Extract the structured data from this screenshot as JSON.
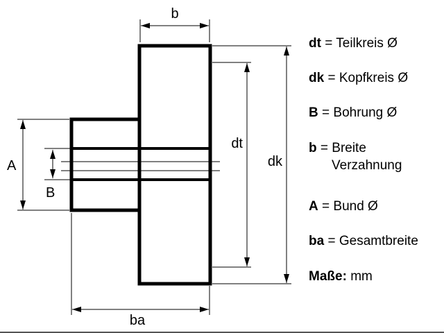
{
  "diagram": {
    "labels": {
      "b": "b",
      "dt": "dt",
      "dk": "dk",
      "A": "A",
      "B": "B",
      "ba": "ba"
    },
    "colors": {
      "line": "#000000",
      "background": "#ffffff"
    }
  },
  "legend": {
    "items": [
      {
        "symbol": "dt",
        "sep": " = ",
        "desc": "Teilkreis Ø"
      },
      {
        "symbol": "dk",
        "sep": " = ",
        "desc": "Kopfkreis Ø"
      },
      {
        "symbol": "B",
        "sep": " = ",
        "desc": "Bohrung Ø"
      },
      {
        "symbol": "b",
        "sep": " = ",
        "desc": "Breite",
        "desc2": "Verzahnung"
      },
      {
        "symbol": "A",
        "sep": " = ",
        "desc": "Bund Ø"
      },
      {
        "symbol": "ba",
        "sep": " = ",
        "desc": "Gesamtbreite"
      },
      {
        "symbol": "Maße:",
        "sep": " ",
        "desc": "mm"
      }
    ]
  }
}
